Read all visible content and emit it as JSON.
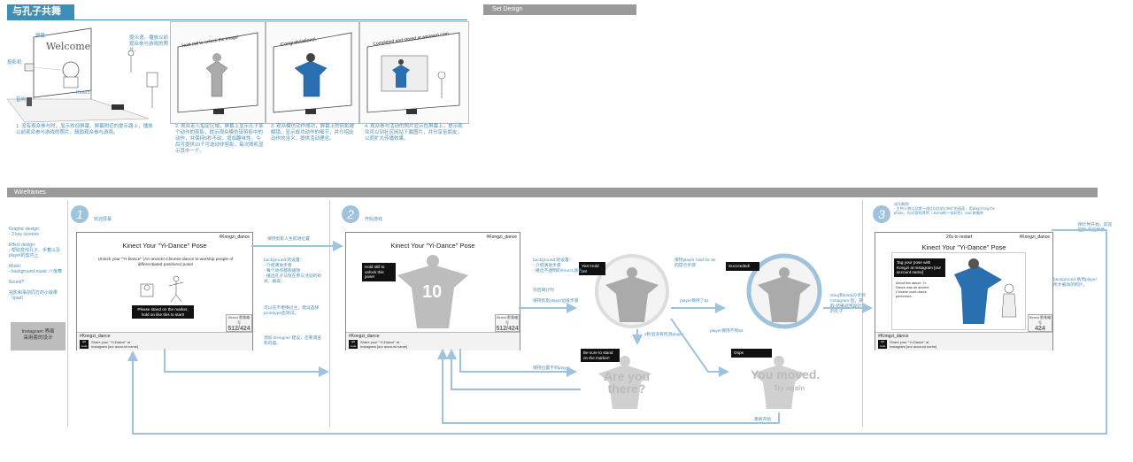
{
  "top": {
    "title": "与孔子共舞",
    "set_design_label": "Set Design"
  },
  "sketches": {
    "s1": {
      "welcome": "Welcome",
      "lbl_screen": "屏幕",
      "lbl_projector": "投影机",
      "lbl_speaker": "音响",
      "lbl_kinect": "Kinect",
      "lbl_prompt": "提示语。播放以前观众参与游戏的照片。"
    },
    "s2": {
      "board": "Hold still to unlock the image!"
    },
    "s3": {
      "board": "Congratulations!"
    },
    "s4": {
      "board": "Completed and stored at weaaaro.com"
    },
    "captions": [
      "1. 没有观众参与时，显示欢迎屏幕、屏幕附近的提示路上，播放以前观众参与游戏的照片，鼓励观众参与游戏。",
      "2. 观众走入指定区域，屏幕上显示孔子某个动作的剪影，提示观众模仿该剪影中的动作，并保持5秒不动，增加趣味性。今后可提供10个可选动作剪影，每次随机显示其中一个。",
      "3. 观众模仿动作成功，屏幕上的剪影被解锁，显示成功动作的细节，并介绍此动作的含义，提供活动理念。",
      "4. 观众参与活动的照片显示在屏幕上，提示观众可以到社区网站下载图片，并分享至朋友，以而扩大传播效果。"
    ]
  },
  "wireframes": {
    "label": "Wireframes",
    "side_notes": [
      {
        "title": "Graphic design:",
        "body": "- 3 key screens"
      },
      {
        "title": "Effect design:",
        "body": "- 帮助变线孔子、手蓄以及player的剪内上"
      },
      {
        "title": "Music:",
        "body": "- background music 八佾舞"
      },
      {
        "title": "Sound?",
        "body": ""
      },
      {
        "title": "拍影和事前同方的小效果（ipad）",
        "body": ""
      }
    ],
    "instagram_box": "Instagram 界面\n采用套的设计",
    "steps": [
      {
        "number": "1",
        "name": "欢迎屏幕"
      },
      {
        "number": "2",
        "name": "开始游戏"
      },
      {
        "number": "3",
        "name": "成功解锁"
      }
    ],
    "step3_note": "成功解锁\n· 主持人物以及第一组(10)(3)(5) 360°的画面，用player tag the photo，向对游戏得到（Jsonji的一张彩色）xcat 新截杯",
    "screen_title": "Kinect Your \"Yi-Dance\" Pose",
    "hashtag": "#Kongzi_dance",
    "unlock_text": "Unlock your \"Yi-Dance\" (An ancient Chinese dance to worship people of differentiated positions) pose!",
    "stand_prompt": "Please stand on the marker, hold on like this to start!",
    "counter_label": "Kinect 影像编号",
    "counter_value": "512/424",
    "counter_value_3": "424",
    "footer": {
      "qr": "QR code",
      "tag": "#Kongzi_dance",
      "line1": "Share your \"Yi-Dance\" at",
      "line2": "Instagram [our account name]"
    },
    "hold_still": "Hold still to unlock this pose!",
    "countdown": "10",
    "yes_hold": "Yes! Hold on!",
    "succeeded": "Succeeded!",
    "be_sure": "Be sure to stand on the marker!",
    "are_you_there": "Are you there?",
    "oops": "Oops",
    "you_moved": "You moved.",
    "try_again": "Try again",
    "restart_countdown": "20s to restart",
    "tag_pose": "Tag your pose with Kongzi at Instagram [our account name]",
    "about_dance": "About this dance: Yi-Dance was an ancient Chinese court dance performed...",
    "annotations": {
      "a1": "保持剪影人生前进位置",
      "a2": "background 的设置：\n- 介绍演进步骤\n- 每个动作都有播放\n- 播出孔子与现在参与活动的形式，解说",
      "a3": "可以在不更换过主，建议选择prototype后测试。",
      "a4": "添加 Designer 建议，还要调查和内容。",
      "b1": "background 的设置：\n- 介绍演进步骤\n- 播出不透明的Kinect 颜色",
      "b2": "开启倒计时",
      "b3": "保持剪影player边境步骤",
      "b4": "保持player hold for 5s 的提示步骤",
      "b5": "player保持了5s",
      "b6": "player保持不到5s",
      "b7": "2秒后没有检测player",
      "b8": "保持位置不到player",
      "c1": "sting和Insta分享到 Instagram 后，获取 结果返回设计者的孔子",
      "c2": "倒计时开始，欢迎回到 欢迎屏幕",
      "c3": "background 依然player所才被动的照片。",
      "restart": "重新开始"
    }
  }
}
